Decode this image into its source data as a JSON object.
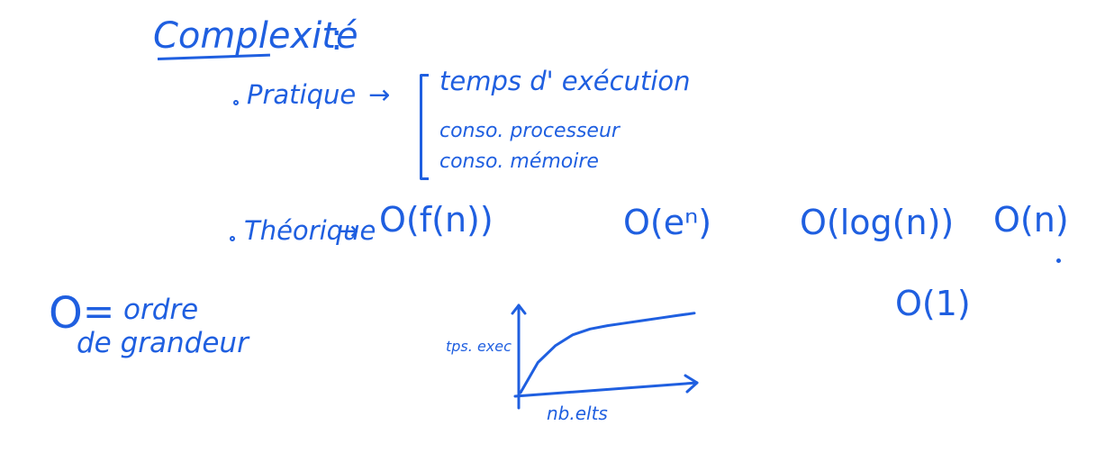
{
  "title": "Complexité",
  "title_colon": ":",
  "practical": {
    "label": "Pratique",
    "arrow": "→",
    "items": [
      "temps d' exécution",
      "conso. processeur",
      "conso. mémoire"
    ]
  },
  "theoretical": {
    "label": "Théorique",
    "arrow": "→",
    "items": [
      "O(f(n))",
      "O(eⁿ)",
      "O(log(n))",
      "O(n)",
      "O(1)"
    ]
  },
  "order": {
    "symbol": "O",
    "equals": "=",
    "line1": "ordre",
    "line2": "de grandeur"
  },
  "chart_data": {
    "type": "line",
    "xlabel": "nb.elts",
    "ylabel": "tps. exec",
    "series": [
      {
        "values": [
          [
            0,
            0
          ],
          [
            1,
            36
          ],
          [
            2,
            56
          ],
          [
            3,
            69
          ],
          [
            4,
            76
          ],
          [
            5,
            80
          ],
          [
            6,
            83
          ],
          [
            7,
            86
          ],
          [
            8,
            89
          ],
          [
            9,
            92
          ],
          [
            10,
            95
          ]
        ]
      }
    ],
    "xlim": [
      0,
      10
    ],
    "ylim": [
      0,
      100
    ],
    "grid": false
  },
  "colors": {
    "ink": "#1f5fe0"
  }
}
